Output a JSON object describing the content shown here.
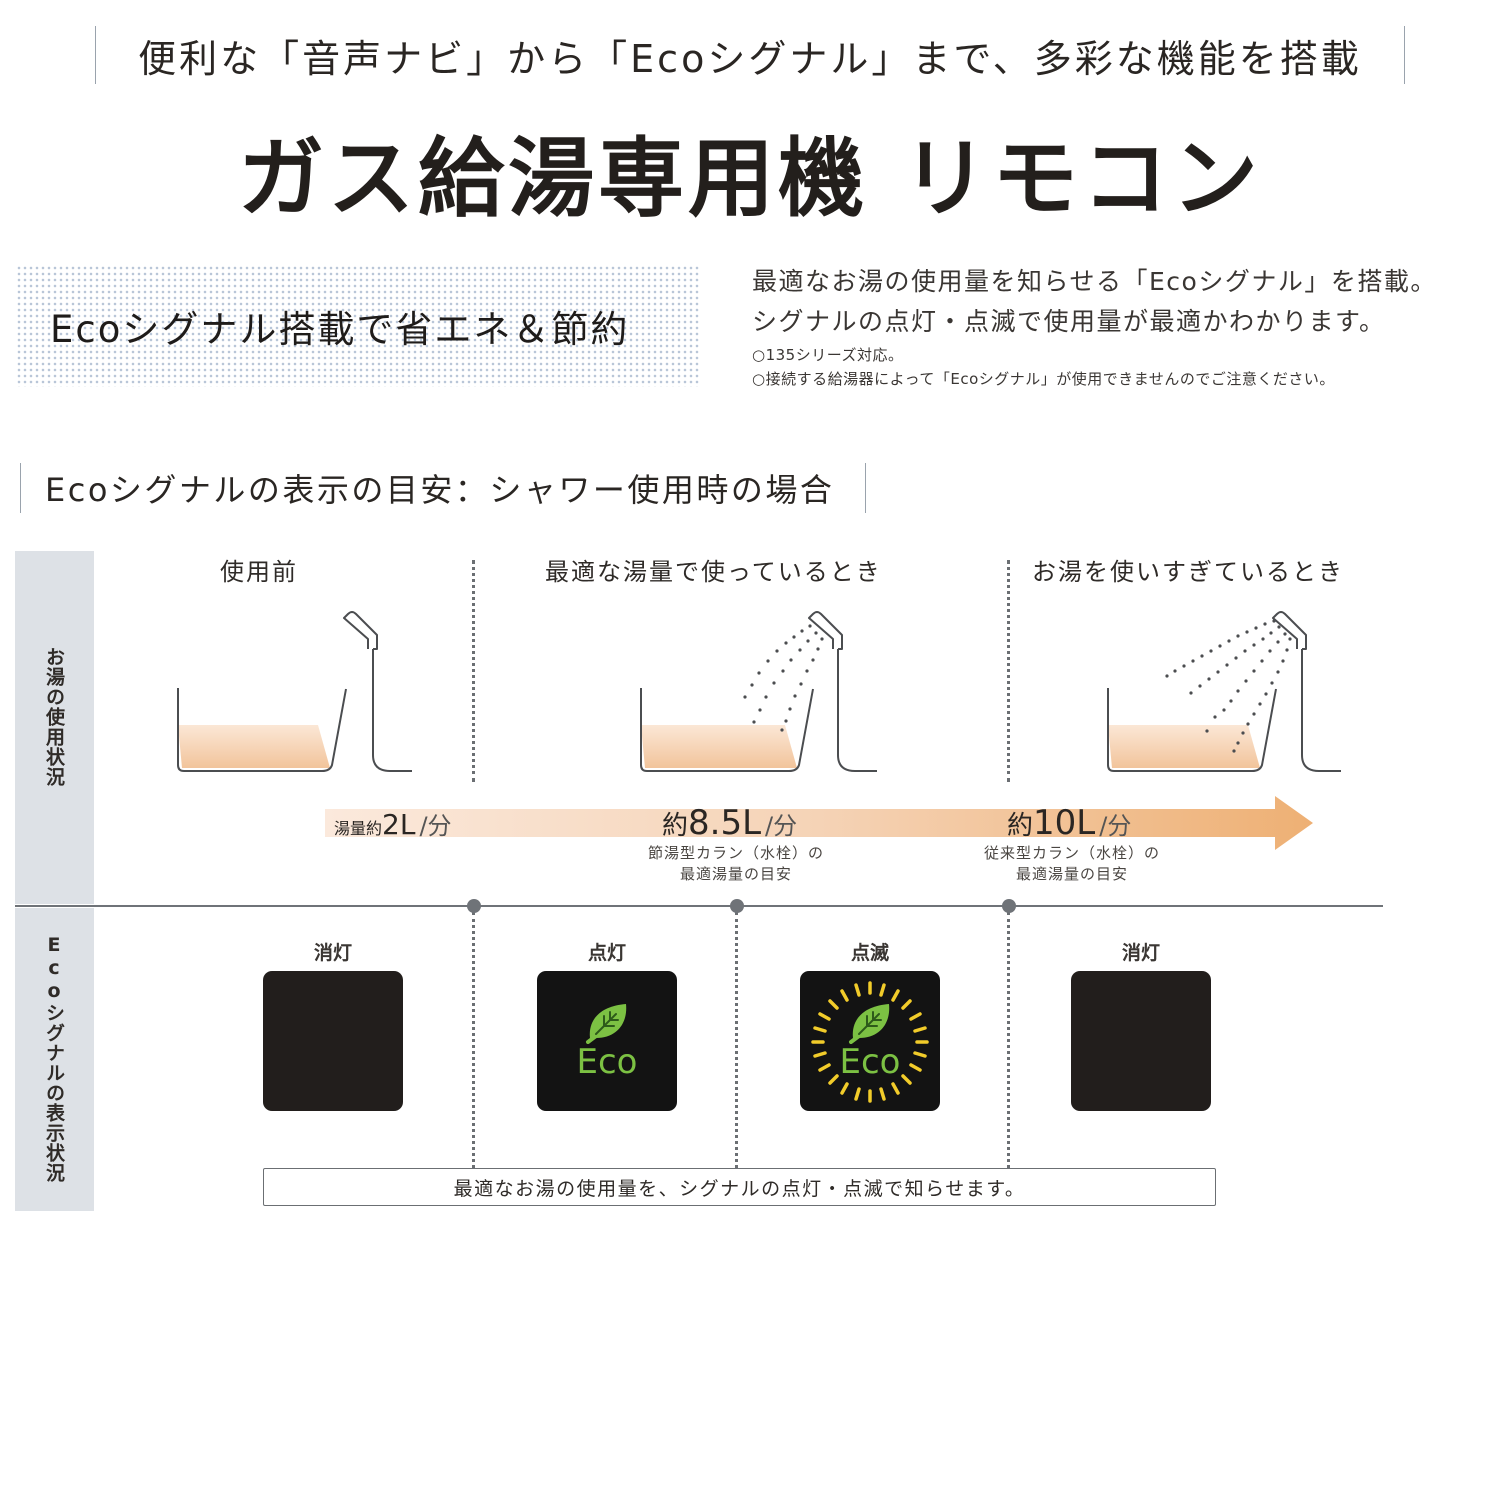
{
  "header": {
    "tagline": "便利な「音声ナビ」から「Ecoシグナル」まで、多彩な機能を搭載",
    "title": "ガス給湯専用機 リモコン"
  },
  "feature": {
    "panel_title": "Ecoシグナル搭載で省エネ＆節約",
    "description": [
      "最適なお湯の使用量を知らせる「Ecoシグナル」を搭載。",
      "シグナルの点灯・点滅で使用量が最適かわかります。"
    ],
    "notes": [
      "○135シリーズ対応。",
      "○接続する給湯器によって「Ecoシグナル」が使用できませんのでご注意ください。"
    ]
  },
  "section": {
    "heading": "Ecoシグナルの表示の目安：シャワー使用時の場合"
  },
  "diagram": {
    "row_labels": {
      "usage": "お湯の使用状況",
      "signal": "Ecoシグナルの表示状況"
    },
    "columns": [
      {
        "label": "使用前",
        "shower": "off"
      },
      {
        "label": "最適な湯量で使っているとき",
        "shower": "moderate"
      },
      {
        "label": "お湯を使いすぎているとき",
        "shower": "heavy"
      }
    ],
    "flow": {
      "low": {
        "prefix": "湯量約",
        "value": "2L",
        "unit": "/分"
      },
      "mid": {
        "prefix": "約",
        "value": "8.5L",
        "unit": "/分",
        "note": [
          "節湯型カラン（水栓）の",
          "最適湯量の目安"
        ]
      },
      "high": {
        "prefix": "約",
        "value": "10L",
        "unit": "/分",
        "note": [
          "従来型カラン（水栓）の",
          "最適湯量の目安"
        ]
      }
    },
    "signal_states": [
      {
        "label": "消灯",
        "state": "off",
        "icon_text": ""
      },
      {
        "label": "点灯",
        "state": "on",
        "icon_text": "Eco"
      },
      {
        "label": "点滅",
        "state": "blink",
        "icon_text": "Eco"
      },
      {
        "label": "消灯",
        "state": "off",
        "icon_text": ""
      }
    ],
    "footer": "最適なお湯の使用量を、シグナルの点灯・点滅で知らせます。"
  },
  "colors": {
    "water": "#f2c7a0",
    "arrow": "#eeb27a",
    "eco_green": "#7cc143",
    "blink_yellow": "#f2cc2a",
    "panel_dark": "#221e1c",
    "side_label_bg": "#dde1e6"
  }
}
